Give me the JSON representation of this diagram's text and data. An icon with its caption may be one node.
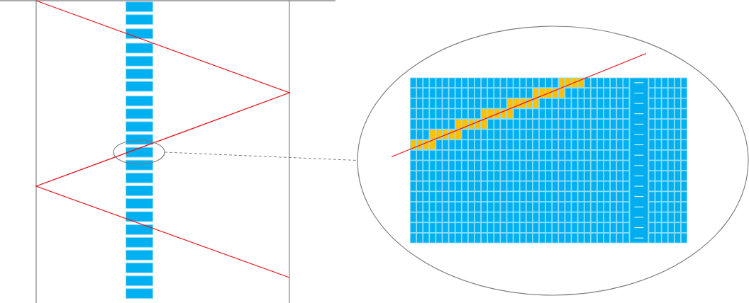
{
  "diagram": {
    "nodes": [
      {
        "text": [],
        "shape": "ellipse"
      },
      {
        "text": [],
        "shape": "ellipse"
      }
    ],
    "edges": [
      {
        "from": 0,
        "to": 1,
        "arrow": "none",
        "style": "dashed"
      }
    ]
  }
}
